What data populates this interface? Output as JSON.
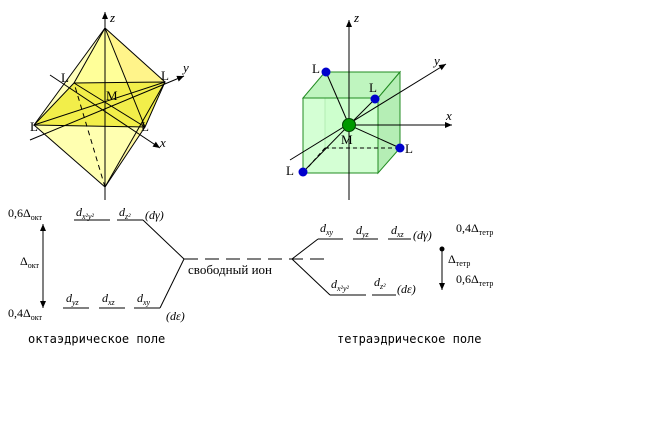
{
  "octahedron": {
    "axis_z": "z",
    "axis_y": "y",
    "axis_x": "x",
    "center": "M",
    "ligands": [
      "L",
      "L",
      "L",
      "L"
    ]
  },
  "cube": {
    "axis_z": "z",
    "axis_y": "y",
    "axis_x": "x",
    "center": "M",
    "ligands": [
      "L",
      "L",
      "L",
      "L"
    ]
  },
  "octahedral_levels": {
    "upper_value": "0,6",
    "lower_value": "0,4",
    "delta_symbol": "Δ",
    "delta_subscript": "окт",
    "upper_orbitals": [
      "d",
      "d"
    ],
    "upper_orbital_subscripts": [
      "x²y²",
      "z²"
    ],
    "upper_set": "(dγ)",
    "lower_orbitals": [
      "d",
      "d",
      "d"
    ],
    "lower_orbital_subscripts": [
      "yz",
      "xz",
      "xy"
    ],
    "lower_set": "(dε)",
    "caption": "октаэдрическое поле"
  },
  "free_ion": "свободный ион",
  "tetrahedral_levels": {
    "upper_value": "0,4",
    "lower_value": "0,6",
    "delta_symbol": "Δ",
    "delta_subscript": "тетр",
    "upper_orbitals": [
      "d",
      "d",
      "d"
    ],
    "upper_orbital_subscripts": [
      "xy",
      "yz",
      "xz"
    ],
    "upper_set": "(dγ)",
    "lower_orbitals": [
      "d",
      "d"
    ],
    "lower_orbital_subscripts": [
      "x²y²",
      "z²"
    ],
    "lower_set": "(dε)",
    "caption": "тетраэдрическое поле"
  },
  "colors": {
    "octahedron_fill": "#FFFF99",
    "octahedron_plane": "#F2EE4A",
    "cube_fill": "#CCFFCC",
    "cube_edge": "#228B22",
    "ligand_dot": "#0000CC",
    "metal_dot": "#009900"
  }
}
